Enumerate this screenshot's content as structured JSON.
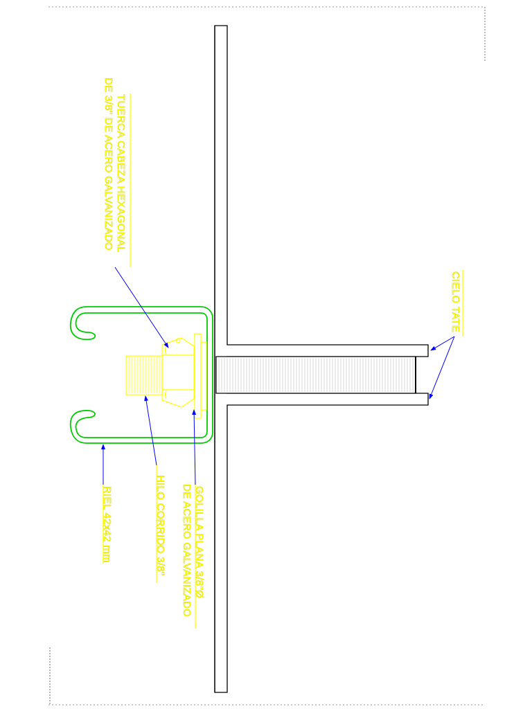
{
  "labels": {
    "tuerca_line1": "TUERCA CABEZA HEXAGONAL",
    "tuerca_line2": "DE 3/8\" DE ACERO GALVANIZADO",
    "cielo": "CIELO TATE",
    "golilla_line1": "GOLILLA PLANA 3/8\"Ø",
    "golilla_line2": "DE ACERO GALVANIZADO",
    "hilo": "HILO CORRIDO 3/8\"",
    "riel": "RIEL 42x42 mm"
  },
  "colors": {
    "label_text": "#ffff00",
    "leader": "#0000ff",
    "rail": "#00cc00",
    "hardware": "#ffff00",
    "structure": "#000000"
  }
}
